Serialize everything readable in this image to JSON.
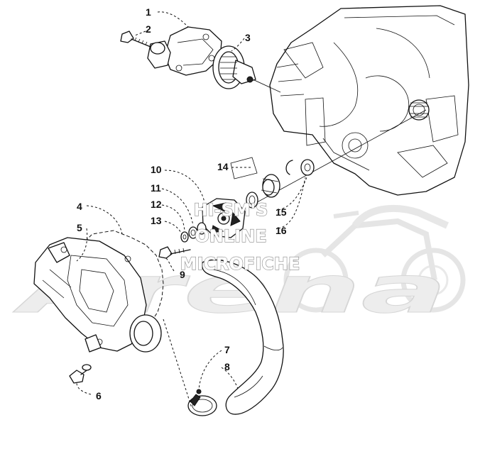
{
  "callouts": {
    "c1": "1",
    "c2": "2",
    "c3": "3",
    "c4": "4",
    "c5": "5",
    "c6": "6",
    "c7": "7",
    "c8": "8",
    "c9": "9",
    "c10": "10",
    "c11": "11",
    "c12": "12",
    "c13": "13",
    "c14": "14",
    "c15": "15",
    "c16": "16"
  },
  "watermark": {
    "line1": "HI-SM'S",
    "line2": "ONLINE",
    "line3": "MICROFICHE",
    "logo": "Arena"
  },
  "colors": {
    "line": "#111111",
    "watermark_outline": "#8a8a8a",
    "logo_fill": "#ededed"
  }
}
